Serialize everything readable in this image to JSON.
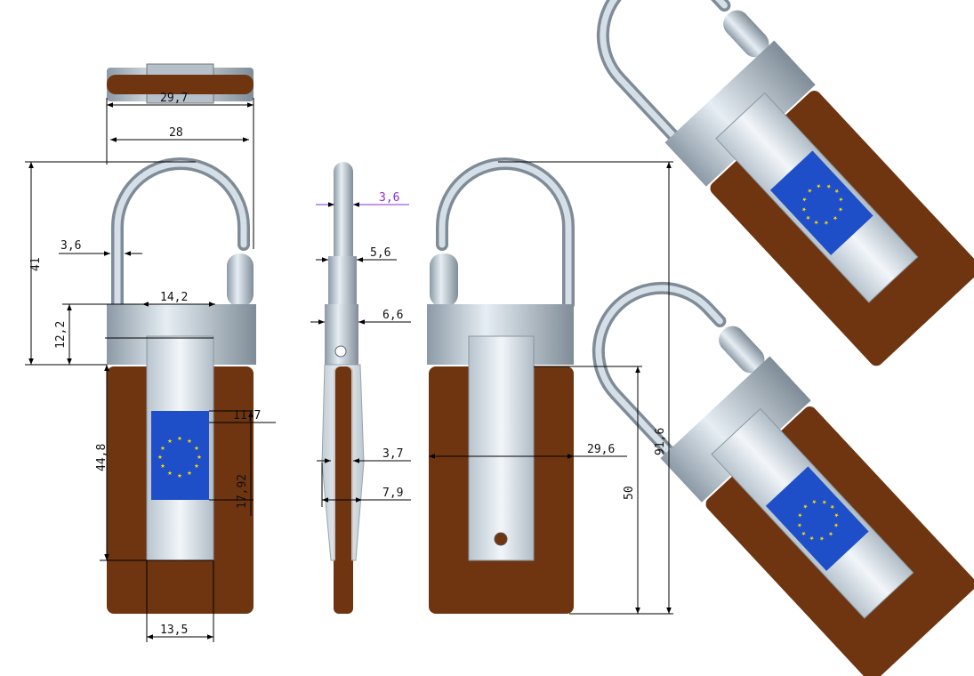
{
  "colors": {
    "plate": "#6e3510",
    "metal": "#c9d6e0",
    "strap": "#dde7f0",
    "flag": "#1f4fc8",
    "star": "#f5d90a",
    "dim": "#000000",
    "accent_dim": "#8a2be2"
  },
  "dimensions": {
    "top_width": "29,7",
    "shackle_width": "28",
    "shackle_height": "41",
    "shackle_dia": "3,6",
    "block_inner": "14,2",
    "block_height": "12,2",
    "flag_offset": "11,7",
    "plate_height": "44,8",
    "flag_height": "17,92",
    "strap_width": "13,5",
    "side_shackle": "3,6",
    "side_5_6": "5,6",
    "side_6_6": "6,6",
    "side_3_7": "3,7",
    "side_7_9": "7,9",
    "back_width": "29,6",
    "back_plate_height": "50",
    "total_height": "91,6"
  }
}
